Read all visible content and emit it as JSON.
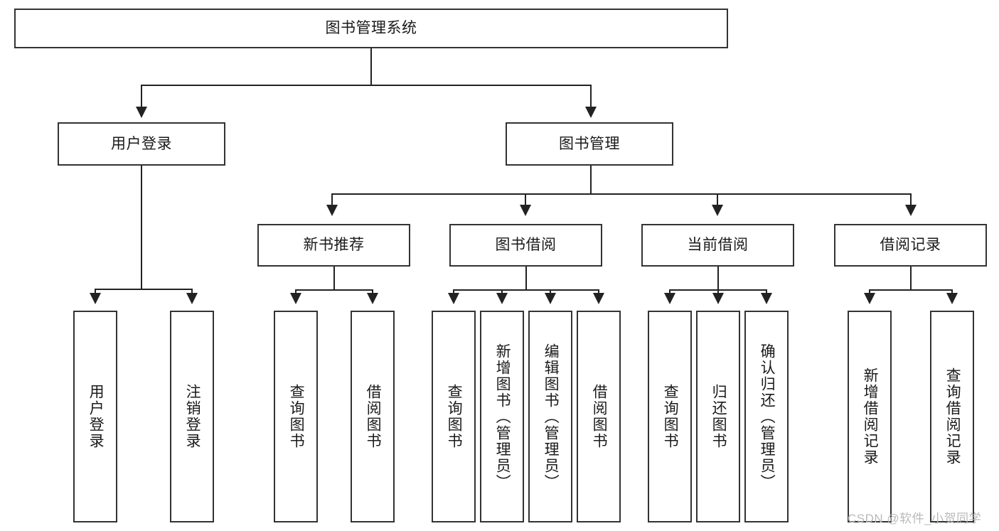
{
  "diagram": {
    "type": "hierarchy-tree",
    "title": "图书管理系统",
    "root": {
      "id": "root",
      "label": "图书管理系统"
    },
    "level2": [
      {
        "id": "user-login",
        "label": "用户登录"
      },
      {
        "id": "book-manage",
        "label": "图书管理"
      }
    ],
    "level3": [
      {
        "id": "new-book-recommend",
        "label": "新书推荐",
        "parent": "book-manage"
      },
      {
        "id": "book-borrow",
        "label": "图书借阅",
        "parent": "book-manage"
      },
      {
        "id": "current-borrow",
        "label": "当前借阅",
        "parent": "book-manage"
      },
      {
        "id": "borrow-record",
        "label": "借阅记录",
        "parent": "book-manage"
      }
    ],
    "leaves": {
      "user_login": [
        {
          "id": "leaf-user-login",
          "label": "用户登录"
        },
        {
          "id": "leaf-user-logout",
          "label": "注销登录"
        }
      ],
      "new_book_recommend": [
        {
          "id": "leaf-query-book-1",
          "label": "查询图书"
        },
        {
          "id": "leaf-borrow-book-1",
          "label": "借阅图书"
        }
      ],
      "book_borrow": [
        {
          "id": "leaf-query-book-2",
          "label": "查询图书"
        },
        {
          "id": "leaf-add-book",
          "label": "新增图书（管理员）"
        },
        {
          "id": "leaf-edit-book",
          "label": "编辑图书（管理员）"
        },
        {
          "id": "leaf-borrow-book-2",
          "label": "借阅图书"
        }
      ],
      "current_borrow": [
        {
          "id": "leaf-query-book-3",
          "label": "查询图书"
        },
        {
          "id": "leaf-return-book",
          "label": "归还图书"
        },
        {
          "id": "leaf-confirm-return",
          "label": "确认归还（管理员）"
        }
      ],
      "borrow_record": [
        {
          "id": "leaf-add-record",
          "label": "新增借阅记录"
        },
        {
          "id": "leaf-query-record",
          "label": "查询借阅记录"
        }
      ]
    },
    "colors": {
      "border": "#333333",
      "line": "#222222",
      "background": "#ffffff",
      "text": "#1a1a1a",
      "watermark": "#b9b9b9"
    }
  },
  "watermark": {
    "text": "CSDN @软件_小贺同学"
  }
}
